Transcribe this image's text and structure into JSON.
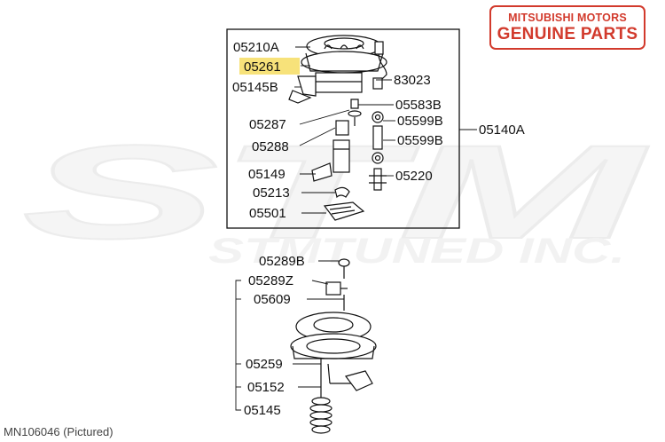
{
  "badge": {
    "line1": "MITSUBISHI MOTORS",
    "line2": "GENUINE PARTS",
    "color": "#d23a2c"
  },
  "watermark": {
    "logo": "STM",
    "text": "STMTUNED INC."
  },
  "highlight_color": "#f7e27a",
  "assembly_label": "05140A",
  "parts": {
    "p05210A": "05210A",
    "p05261": "05261",
    "p05145B": "05145B",
    "p83023": "83023",
    "p05583B": "05583B",
    "p05287": "05287",
    "p05599B_1": "05599B",
    "p05599B_2": "05599B",
    "p05288": "05288",
    "p05149": "05149",
    "p05220": "05220",
    "p05213": "05213",
    "p05501": "05501",
    "p05289B": "05289B",
    "p05289Z": "05289Z",
    "p05609": "05609",
    "p05259": "05259",
    "p05152": "05152",
    "p05145": "05145"
  },
  "caption": "MN106046   (Pictured)"
}
